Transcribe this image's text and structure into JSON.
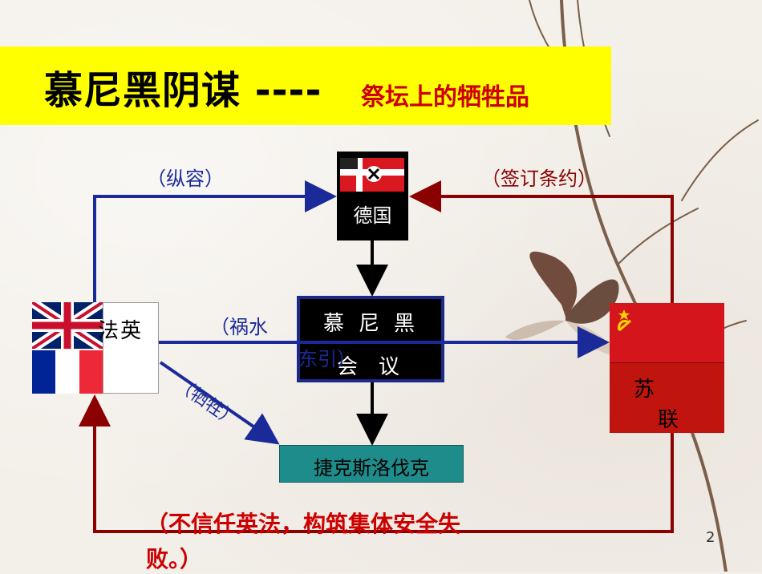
{
  "title": {
    "main": "慕尼黑阴谋 ----",
    "sub": "祭坛上的牺牲品"
  },
  "nodes": {
    "germany": "德国",
    "munich_line1": "慕尼黑",
    "munich_line2": "会议",
    "britain_france": "法英",
    "czech": "捷克斯洛伐克",
    "ussr_line1": "苏",
    "ussr_line2": "联"
  },
  "edges": {
    "appeasement": "（纵容）",
    "sign_treaty": "（签订条约）",
    "divert_part1": "（祸水",
    "divert_part2": "东引）",
    "sacrifice": "（牺牲）",
    "distrust_line1": "（不信任英法，构筑集体安全失",
    "distrust_line2": "败。）"
  },
  "page_number": "2",
  "colors": {
    "title_bg": "#ffff00",
    "title_sub": "#cc0000",
    "blue_arrow": "#1a2a99",
    "red_arrow": "#8b0000",
    "czech_bg": "#1f8c8c",
    "ussr_red": "#d4161c"
  }
}
